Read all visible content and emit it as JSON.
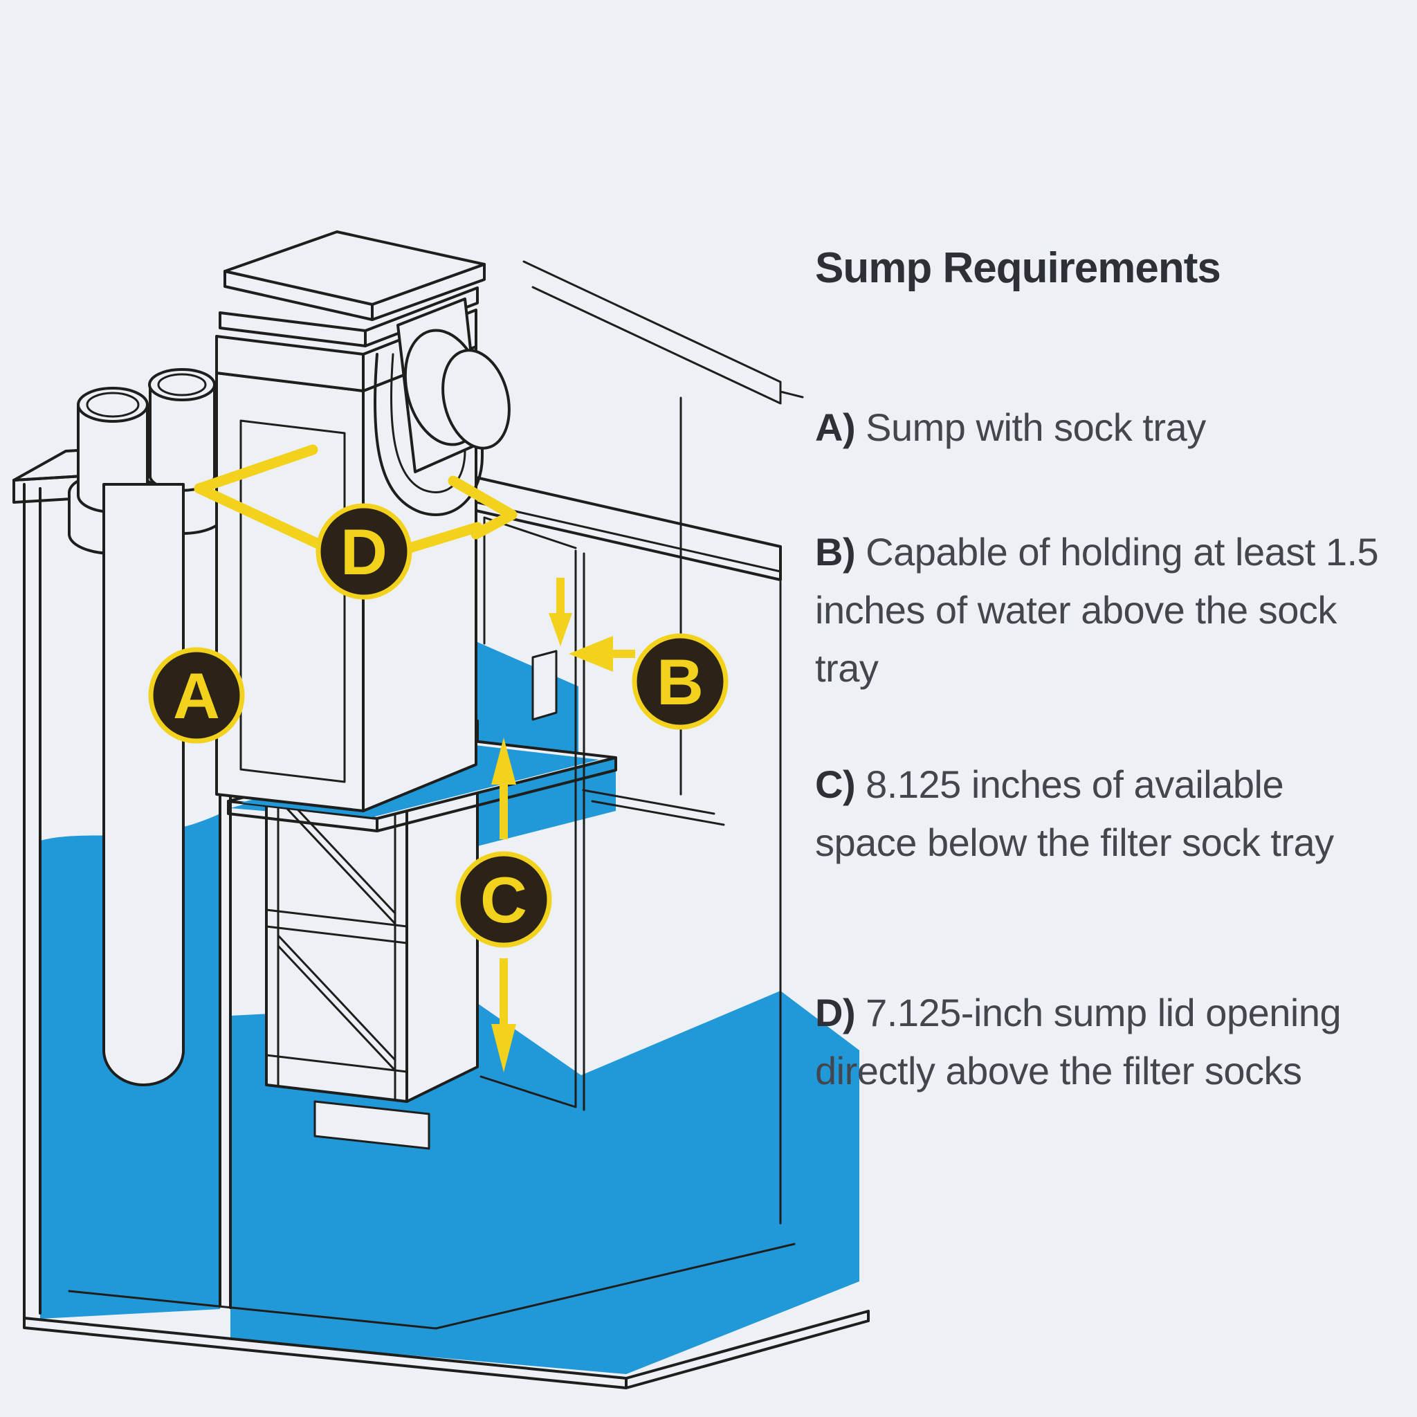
{
  "page": {
    "background": "#edf1f6"
  },
  "panel": {
    "title": "Sump Requirements",
    "items": [
      {
        "label": "A)",
        "text": " Sump with sock tray"
      },
      {
        "label": "B)",
        "text": " Capable of holding at least 1.5 inches of water above the sock tray"
      },
      {
        "label": "C)",
        "text": " 8.125 inches of available space below the filter sock tray"
      },
      {
        "label": "D)",
        "text": " 7.125-inch sump lid opening directly above the filter socks"
      }
    ]
  },
  "diagram": {
    "colors": {
      "background": "#edf1f6",
      "line": "#1e1e1c",
      "water": "#2199d8",
      "accent_yellow": "#f2d21c",
      "badge_fill": "#2b2317"
    },
    "badges": [
      {
        "letter": "A"
      },
      {
        "letter": "B"
      },
      {
        "letter": "C"
      },
      {
        "letter": "D"
      }
    ]
  }
}
